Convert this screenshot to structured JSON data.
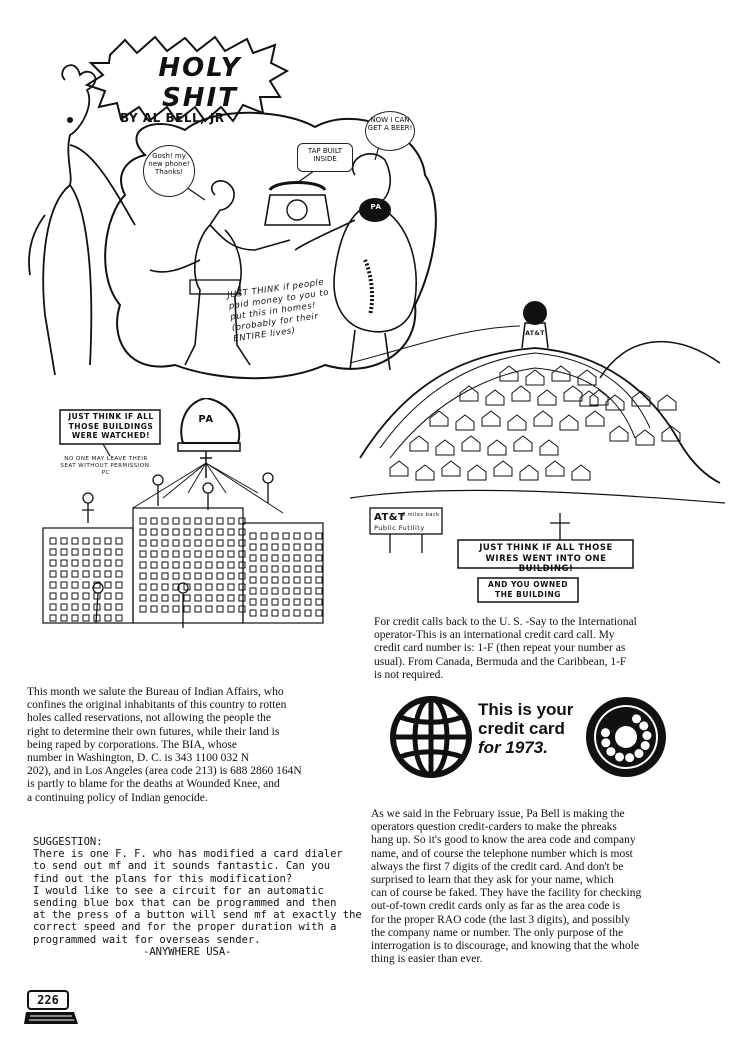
{
  "comic_title": "HOLY SHIT",
  "byline": "BY AL BELL, JR",
  "speech": {
    "gosh": "Gosh! my new phone! Thanks!",
    "tap": "TAP BUILT INSIDE",
    "now": "NOW I CAN GET A BEER!",
    "just_think_paid": "JUST THINK if people paid money to you to put this in homes! (probably for their ENTIRE lives)",
    "buildings": "JUST THINK IF ALL THOSE BUILDINGS WERE WATCHED!",
    "no_one": "NO ONE MAY LEAVE THEIR SEAT WITHOUT PERMISSION. PC",
    "wires": "JUST THINK IF ALL THOSE WIRES WENT INTO ONE BUILDING!",
    "owned": "AND YOU OWNED THE BUILDING",
    "att_sign": "AT&T",
    "public_sign": "Public Futility",
    "miles": "2 miles back",
    "att_tower": "AT&T",
    "pa": "PA"
  },
  "credit_call": {
    "lines": [
      "For credit calls back to the U. S. -Say to the International",
      "operator-This is an international credit card call. My",
      "credit card number is: 1-F (then repeat your number as",
      "usual). From Canada, Bermuda and the Caribbean, 1-F",
      "is not required."
    ]
  },
  "ad": {
    "line1": "This is your",
    "line2": "credit card",
    "line3": "for 1973."
  },
  "bia": {
    "lines": [
      "This month we salute the Bureau of Indian Affairs, who",
      "confines the original inhabitants of this country to rotten",
      "holes called reservations, not allowing the people the",
      "right to determine their own futures, while their land is",
      "being raped by corporations. The BIA, whose",
      "number in Washington, D. C. is 343 1100 032 N",
      "202), and in Los Angeles (area code 213) is 688 2860 164N",
      "is partly to blame for the deaths at Wounded Knee, and",
      "a continuing policy of Indian genocide."
    ]
  },
  "suggestion": {
    "lines": [
      "SUGGESTION:",
      "There is one F. F. who has modified a card dialer",
      "to send out mf and it sounds fantastic.  Can you",
      "find out the plans for this modification?",
      "I would like to see a circuit for an automatic",
      "sending blue box that can be programmed and then",
      "at the press of a button will send mf at exactly the",
      "correct speed and for the proper duration with a",
      "programmed wait for overseas sender."
    ],
    "signature": "-ANYWHERE USA-"
  },
  "pa_bell": {
    "lines": [
      "As we said in the February issue, Pa Bell is making the",
      "operators question credit-carders to make the phreaks",
      "hang up. So it's good to know the area code and company",
      "name, and of course the telephone number which is most",
      "always the first 7 digits of the credit card. And don't be",
      "surprised to learn that they ask for your name, which",
      "can of course be faked. They have the facility for checking",
      "out-of-town credit cards only as far as the area code is",
      "for the proper RAO code (the last 3 digits), and possibly",
      "the company name or number. The only purpose of the",
      "interrogation is to discourage, and knowing that the whole",
      "thing is easier than ever."
    ]
  },
  "page_number": "226"
}
